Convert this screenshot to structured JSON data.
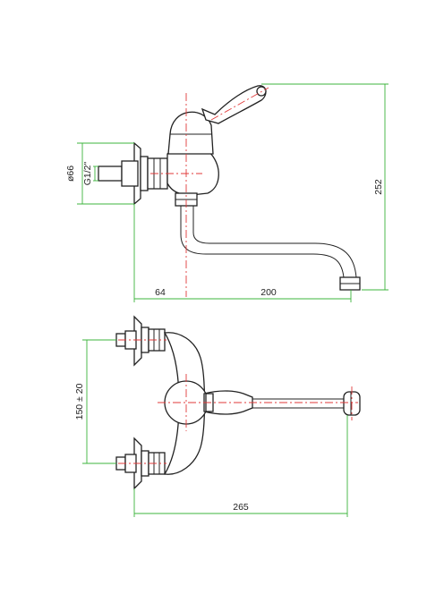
{
  "colors": {
    "outline": "#222222",
    "dimension_line": "#3cb43c",
    "center_line": "#e03a3a",
    "background": "#ffffff"
  },
  "side_view": {
    "dim_diameter": "ø66",
    "dim_thread": "G1/2\"",
    "dim_height": "252",
    "dim_offset": "64",
    "dim_spout_reach": "200"
  },
  "top_view": {
    "dim_inlet_spacing": "150 ± 20",
    "dim_total_length": "265"
  }
}
